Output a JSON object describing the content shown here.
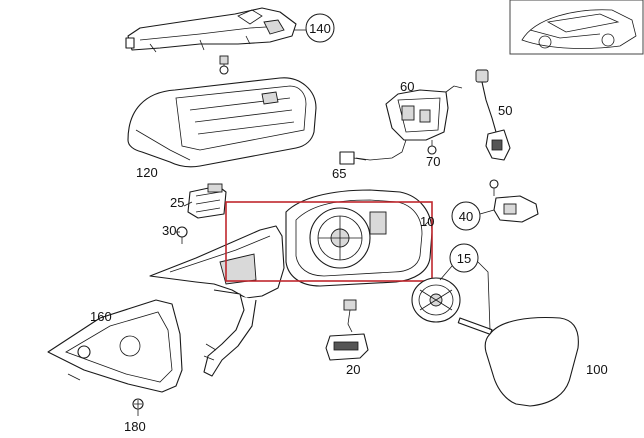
{
  "diagram": {
    "labels": {
      "p140": "140",
      "p60": "60",
      "p50": "50",
      "p120": "120",
      "p70": "70",
      "p65": "65",
      "p25": "25",
      "p30": "30",
      "p10": "10",
      "p40": "40",
      "p15": "15",
      "p160": "160",
      "p20": "20",
      "p100": "100",
      "p180": "180"
    },
    "colors": {
      "highlight": "#c0272d",
      "line": "#1a1a1a"
    }
  }
}
